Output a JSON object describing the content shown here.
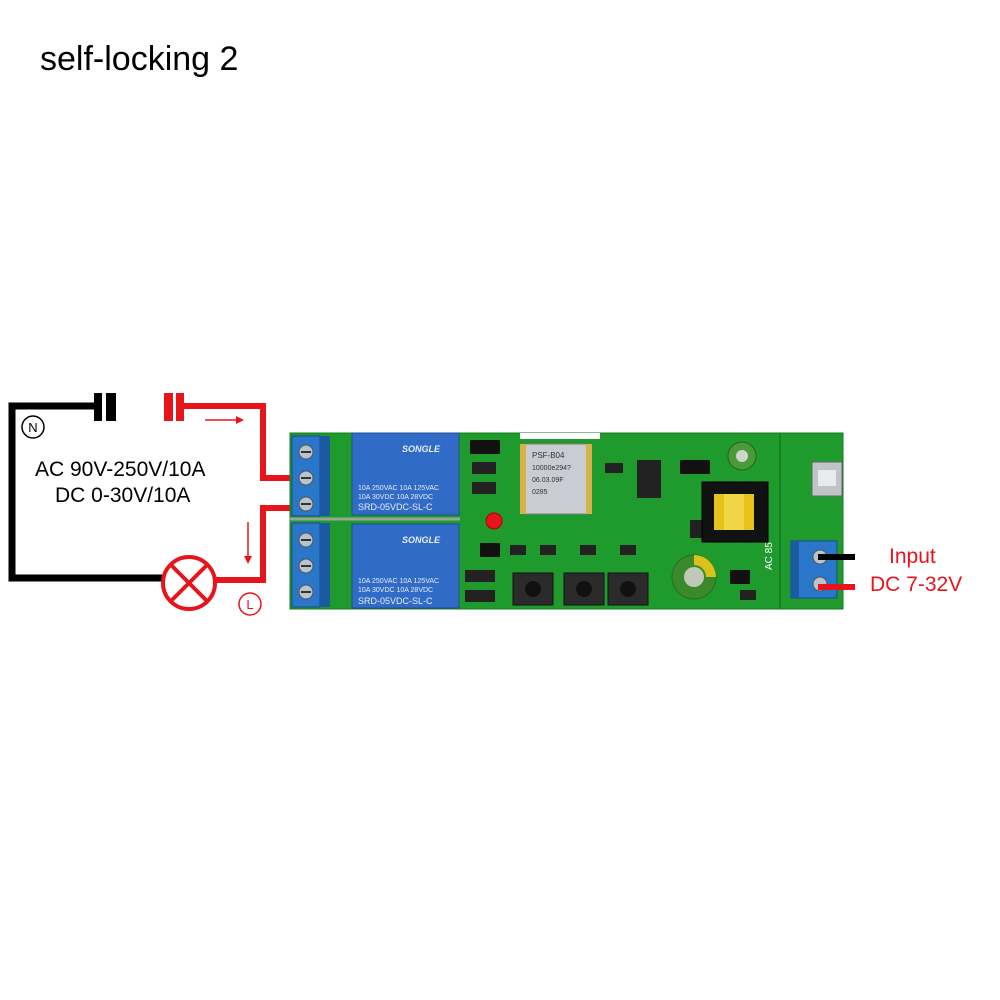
{
  "title": "self-locking 2",
  "spec_lines": [
    "AC 90V-250V/10A",
    "DC 0-30V/10A"
  ],
  "terminal_labels": {
    "neutral": "N",
    "live": "L"
  },
  "input": {
    "label": "Input",
    "range": "DC 7-32V"
  },
  "board": {
    "relay": {
      "brand": "SONGLE",
      "rating_line1": "10A 250VAC   10A 125VAC",
      "rating_line2": "10A 30VDC    10A 28VDC",
      "model": "SRD-05VDC-SL-C"
    },
    "module": {
      "line1": "PSF-B04",
      "line2": "10000e294?",
      "line3": "06.03.09F",
      "line4": "0285"
    },
    "edge_text": "AC 85"
  },
  "colors": {
    "wire_live": "#e8141b",
    "wire_neutral": "#000000",
    "pcb": "#1f9a2c",
    "relay": "#2f6bc7",
    "terminal": "#2a77c9",
    "label_red": "#e8141b"
  }
}
